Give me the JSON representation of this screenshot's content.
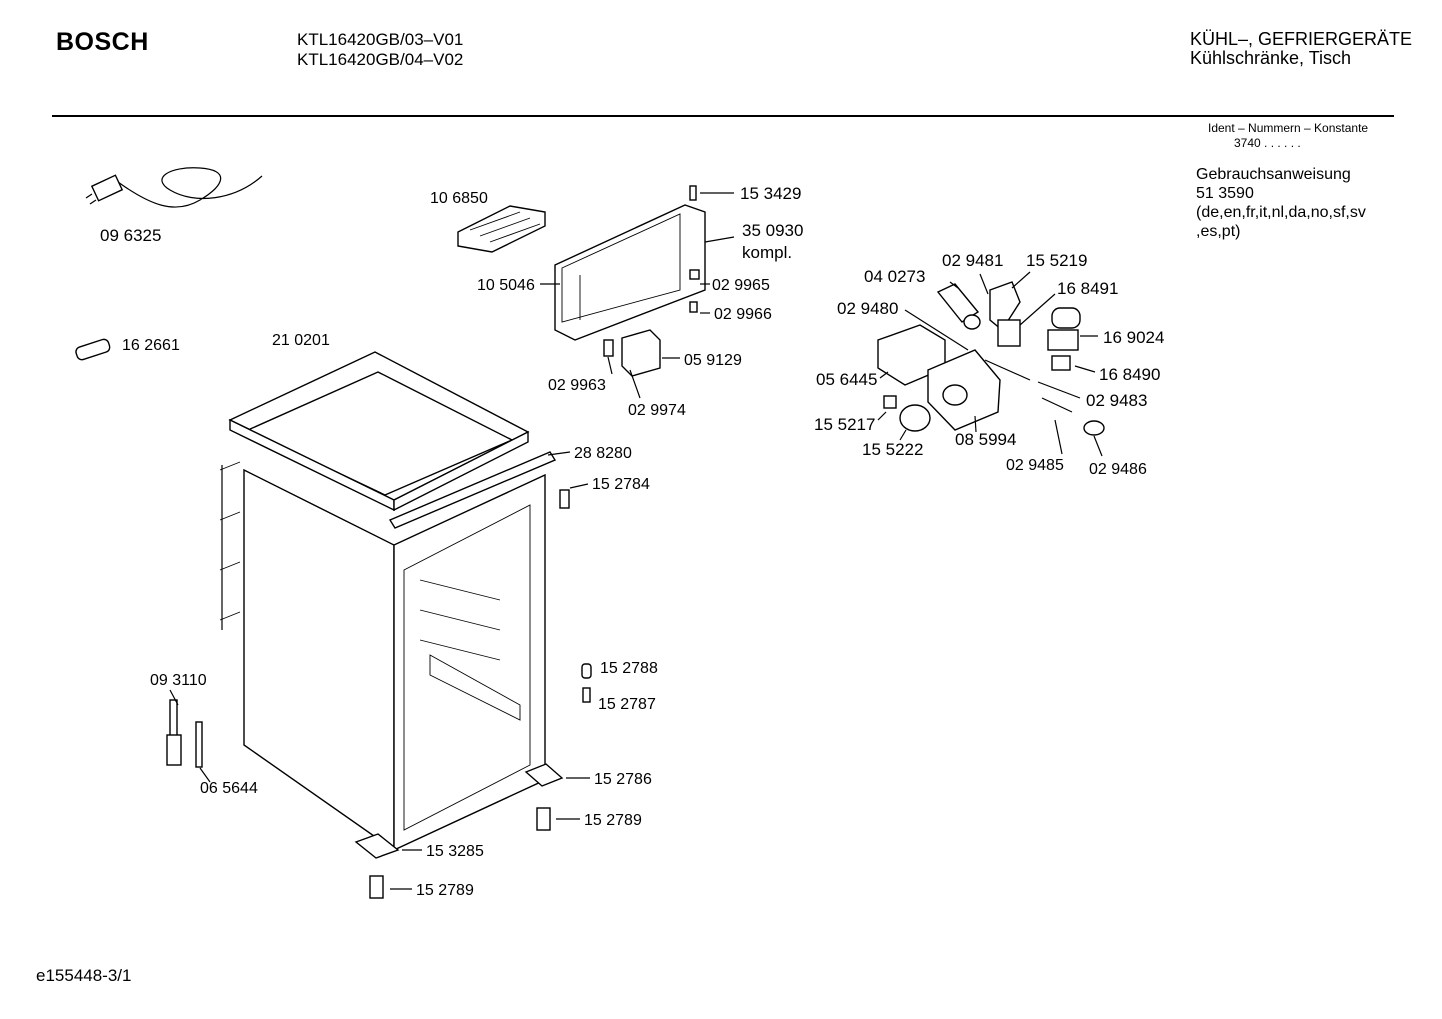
{
  "header": {
    "brand": "BOSCH",
    "models": [
      "KTL16420GB/03–V01",
      "KTL16420GB/04–V02"
    ],
    "category": [
      "KÜHL–, GEFRIERGERÄTE",
      "Kühlschränke, Tisch"
    ]
  },
  "ident": {
    "title": "Ident – Nummern – Konstante",
    "value": "3740 . .  . . . ."
  },
  "manual": {
    "title": "Gebrauchsanweisung",
    "number": "51 3590",
    "languages": [
      "(de,en,fr,it,nl,da,no,sf,sv",
      ",es,pt)"
    ]
  },
  "parts": {
    "p096325": "09 6325",
    "p162661": "16 2661",
    "p210201": "21 0201",
    "p106850": "10 6850",
    "p153429": "15 3429",
    "p350930": "35 0930",
    "p350930b": "kompl.",
    "p105046": "10 5046",
    "p029965": "02 9965",
    "p029966": "02 9966",
    "p059129": "05 9129",
    "p029963": "02 9963",
    "p029974": "02 9974",
    "p288280": "28 8280",
    "p152784": "15 2784",
    "p152788": "15 2788",
    "p152787": "15 2787",
    "p152786": "15 2786",
    "p152789a": "15 2789",
    "p153285": "15 3285",
    "p152789b": "15 2789",
    "p093110": "09 3110",
    "p065644": "06 5644",
    "p040273": "04 0273",
    "p029481": "02 9481",
    "p155219": "15 5219",
    "p168491": "16 8491",
    "p029480": "02 9480",
    "p169024": "16 9024",
    "p056445": "05 6445",
    "p168490": "16 8490",
    "p029483": "02 9483",
    "p155217": "15 5217",
    "p155222": "15 5222",
    "p085994": "08 5994",
    "p029485": "02 9485",
    "p029486": "02 9486"
  },
  "footer": "e155448-3/1"
}
